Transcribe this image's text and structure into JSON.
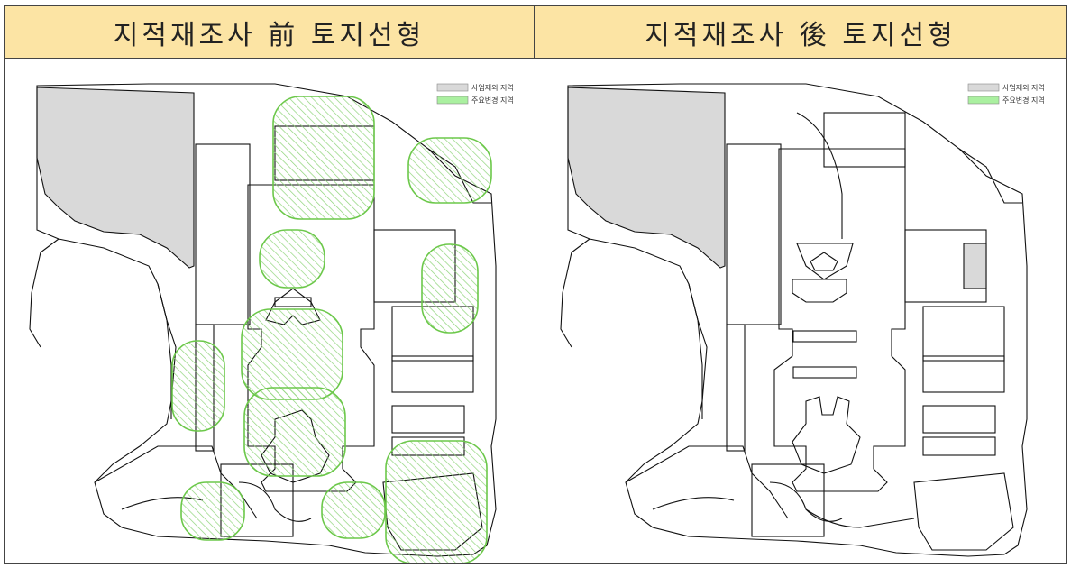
{
  "panels": {
    "before": {
      "title": "지적재조사 前 토지선형"
    },
    "after": {
      "title": "지적재조사 後 토지선형"
    }
  },
  "legend": {
    "excluded": {
      "label": "사업제외 지역",
      "color": "#d9d9d9"
    },
    "changed": {
      "label": "주요변경 지역",
      "color": "#aaf0a0"
    }
  },
  "colors": {
    "header_bg": "#fce4a4",
    "change_stroke": "#6cc84a",
    "excluded_fill": "#d9d9d9"
  }
}
